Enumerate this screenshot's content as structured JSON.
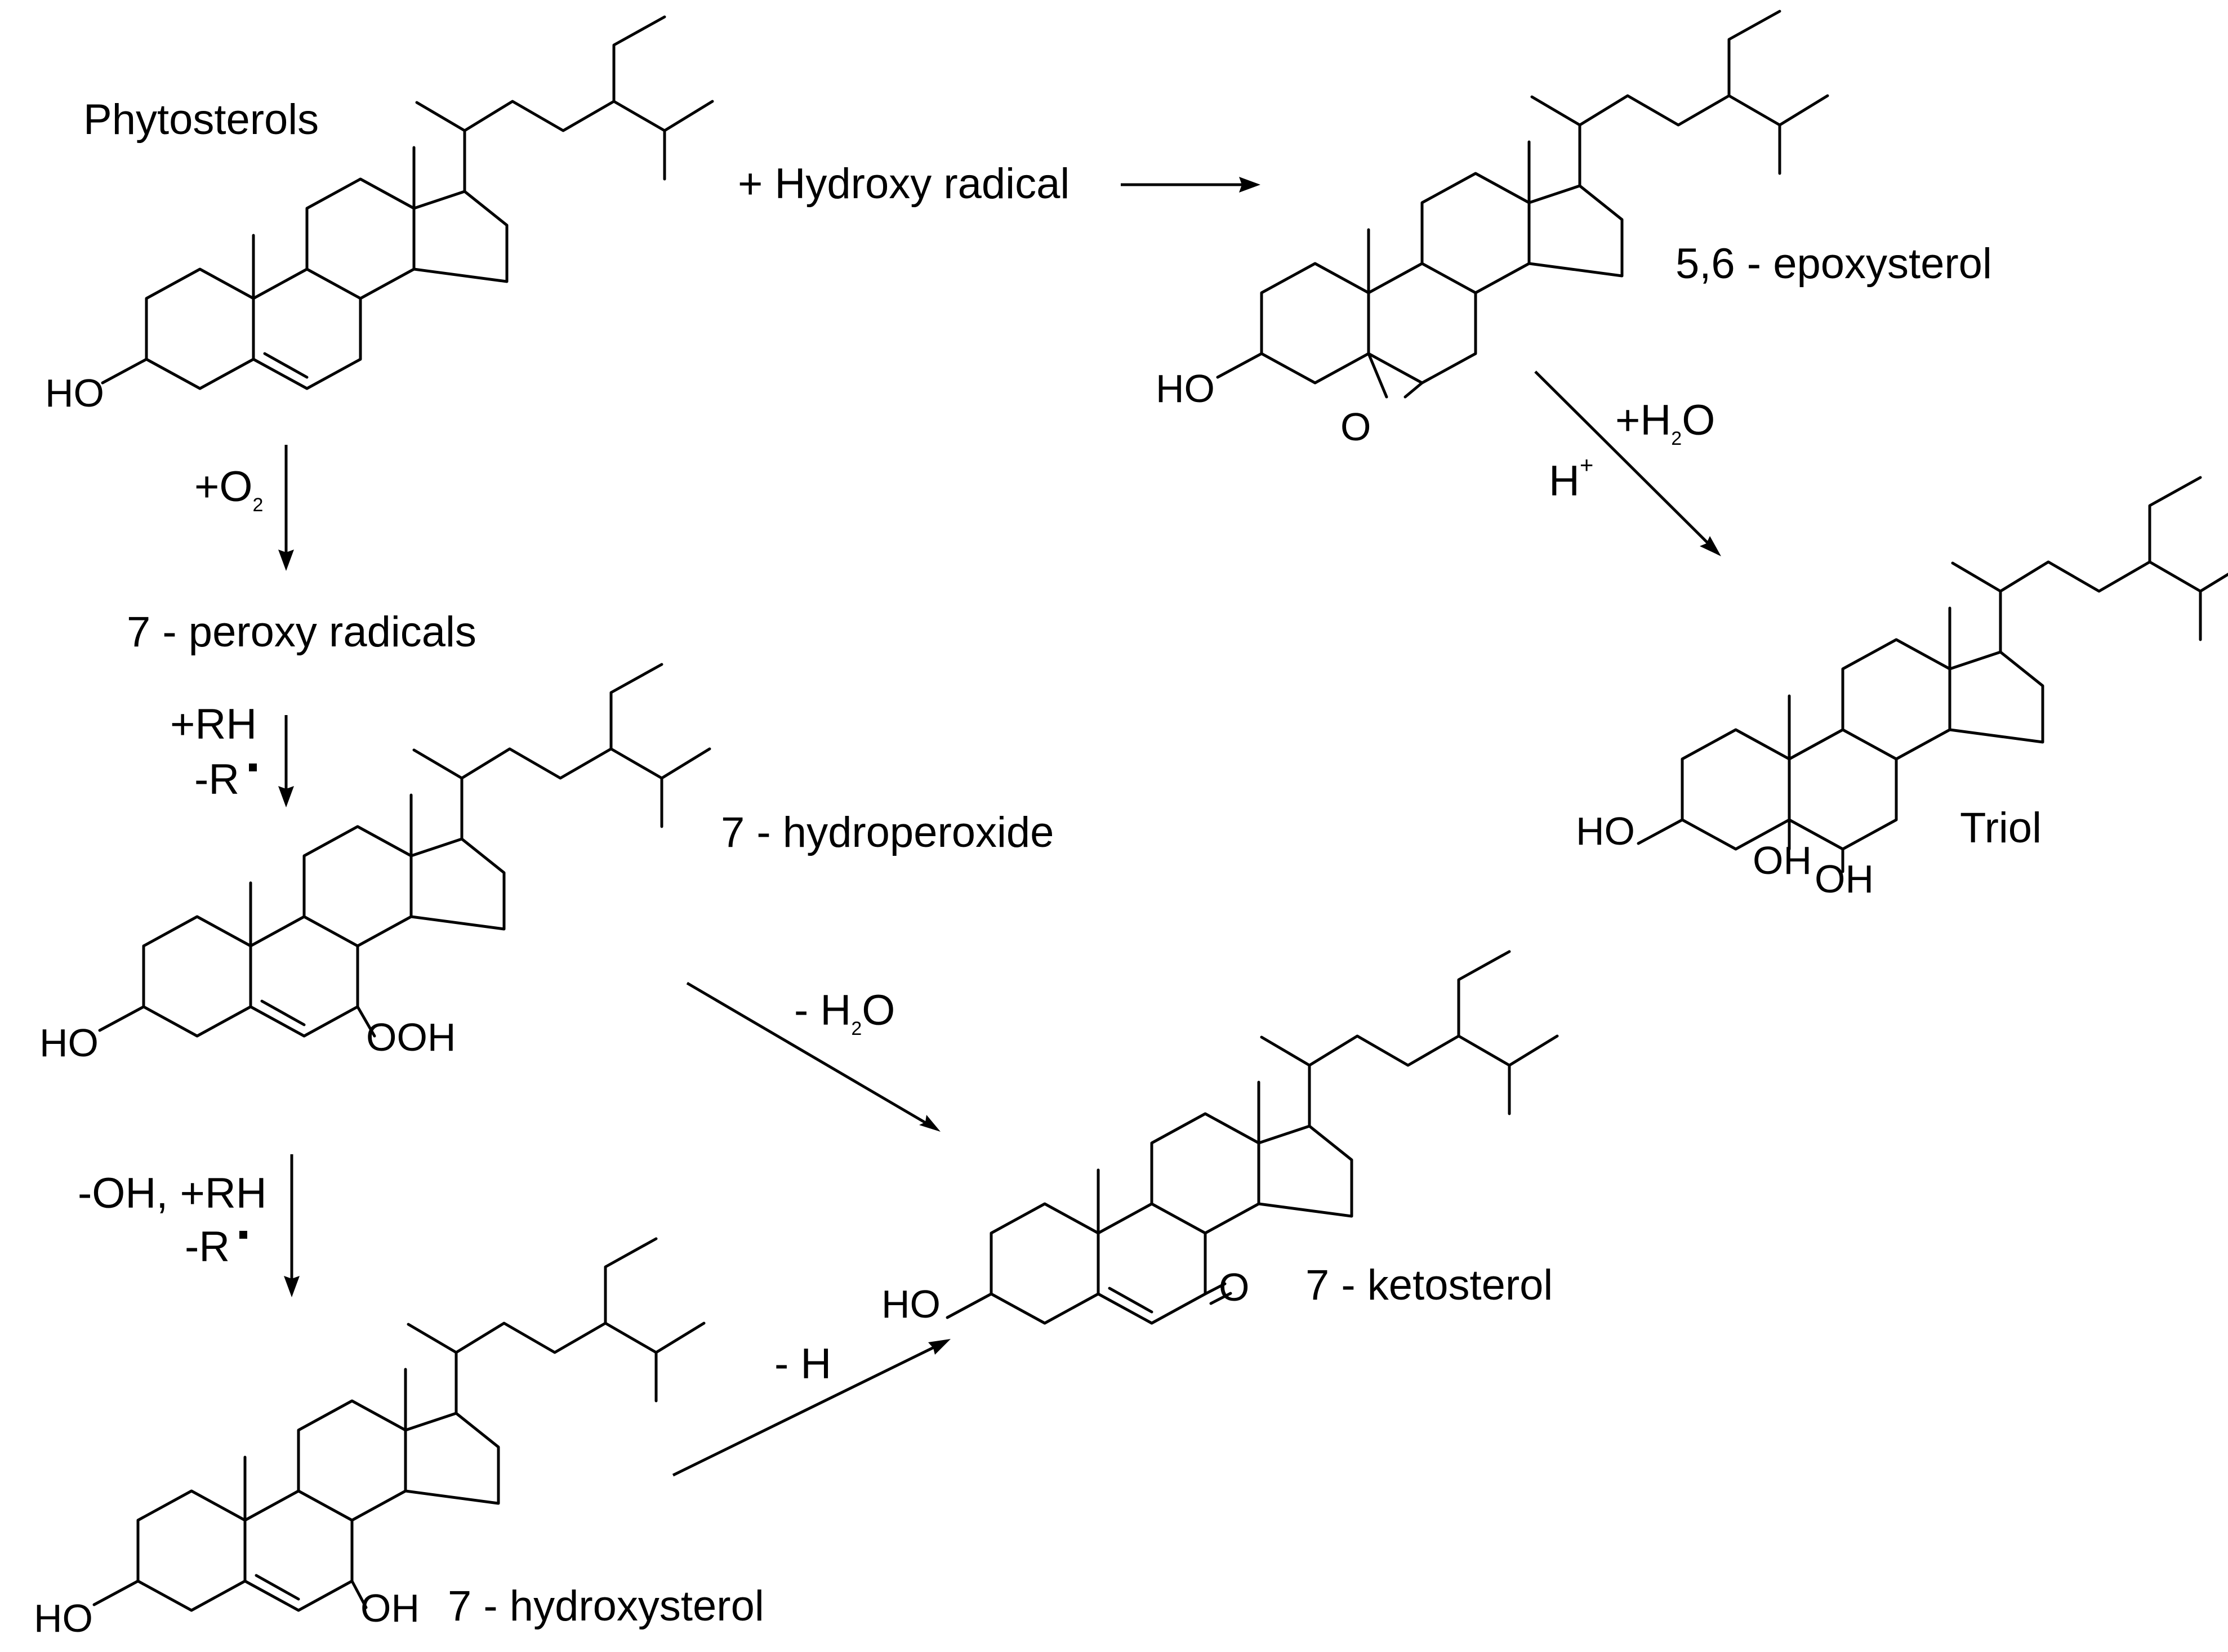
{
  "compounds": {
    "phytosterols": {
      "name": "Phytosterols",
      "ho": "HO"
    },
    "epoxy": {
      "name": "5,6 - epoxysterol",
      "ho": "HO",
      "o": "O"
    },
    "triol": {
      "name": "Triol",
      "ho": "HO",
      "oh1": "OH",
      "oh2": "OH"
    },
    "hydroperoxide": {
      "name": "7 - hydroperoxide",
      "ho": "HO",
      "ooh": "OOH"
    },
    "hydroxy": {
      "name": "7 - hydroxysterol",
      "ho": "HO",
      "oh": "OH"
    },
    "keto": {
      "name": "7 - ketosterol",
      "ho": "HO",
      "o": "O"
    },
    "peroxy": {
      "name": "7 - peroxy radicals"
    }
  },
  "reactions": {
    "hydroxy_radical": "+ Hydroxy radical",
    "o2": {
      "main": "+O",
      "sub": "2"
    },
    "rh1": {
      "line1": "+RH",
      "line2": "-R"
    },
    "water_add": {
      "pre": "+H",
      "sub": "2",
      "post": "O",
      "acid": "H",
      "acid_sup": "+"
    },
    "water_loss": {
      "pre": "- H",
      "sub": "2",
      "post": "O"
    },
    "oh_rh": {
      "line1": "-OH, +RH",
      "line2": "-R"
    },
    "h_loss": "- H"
  }
}
